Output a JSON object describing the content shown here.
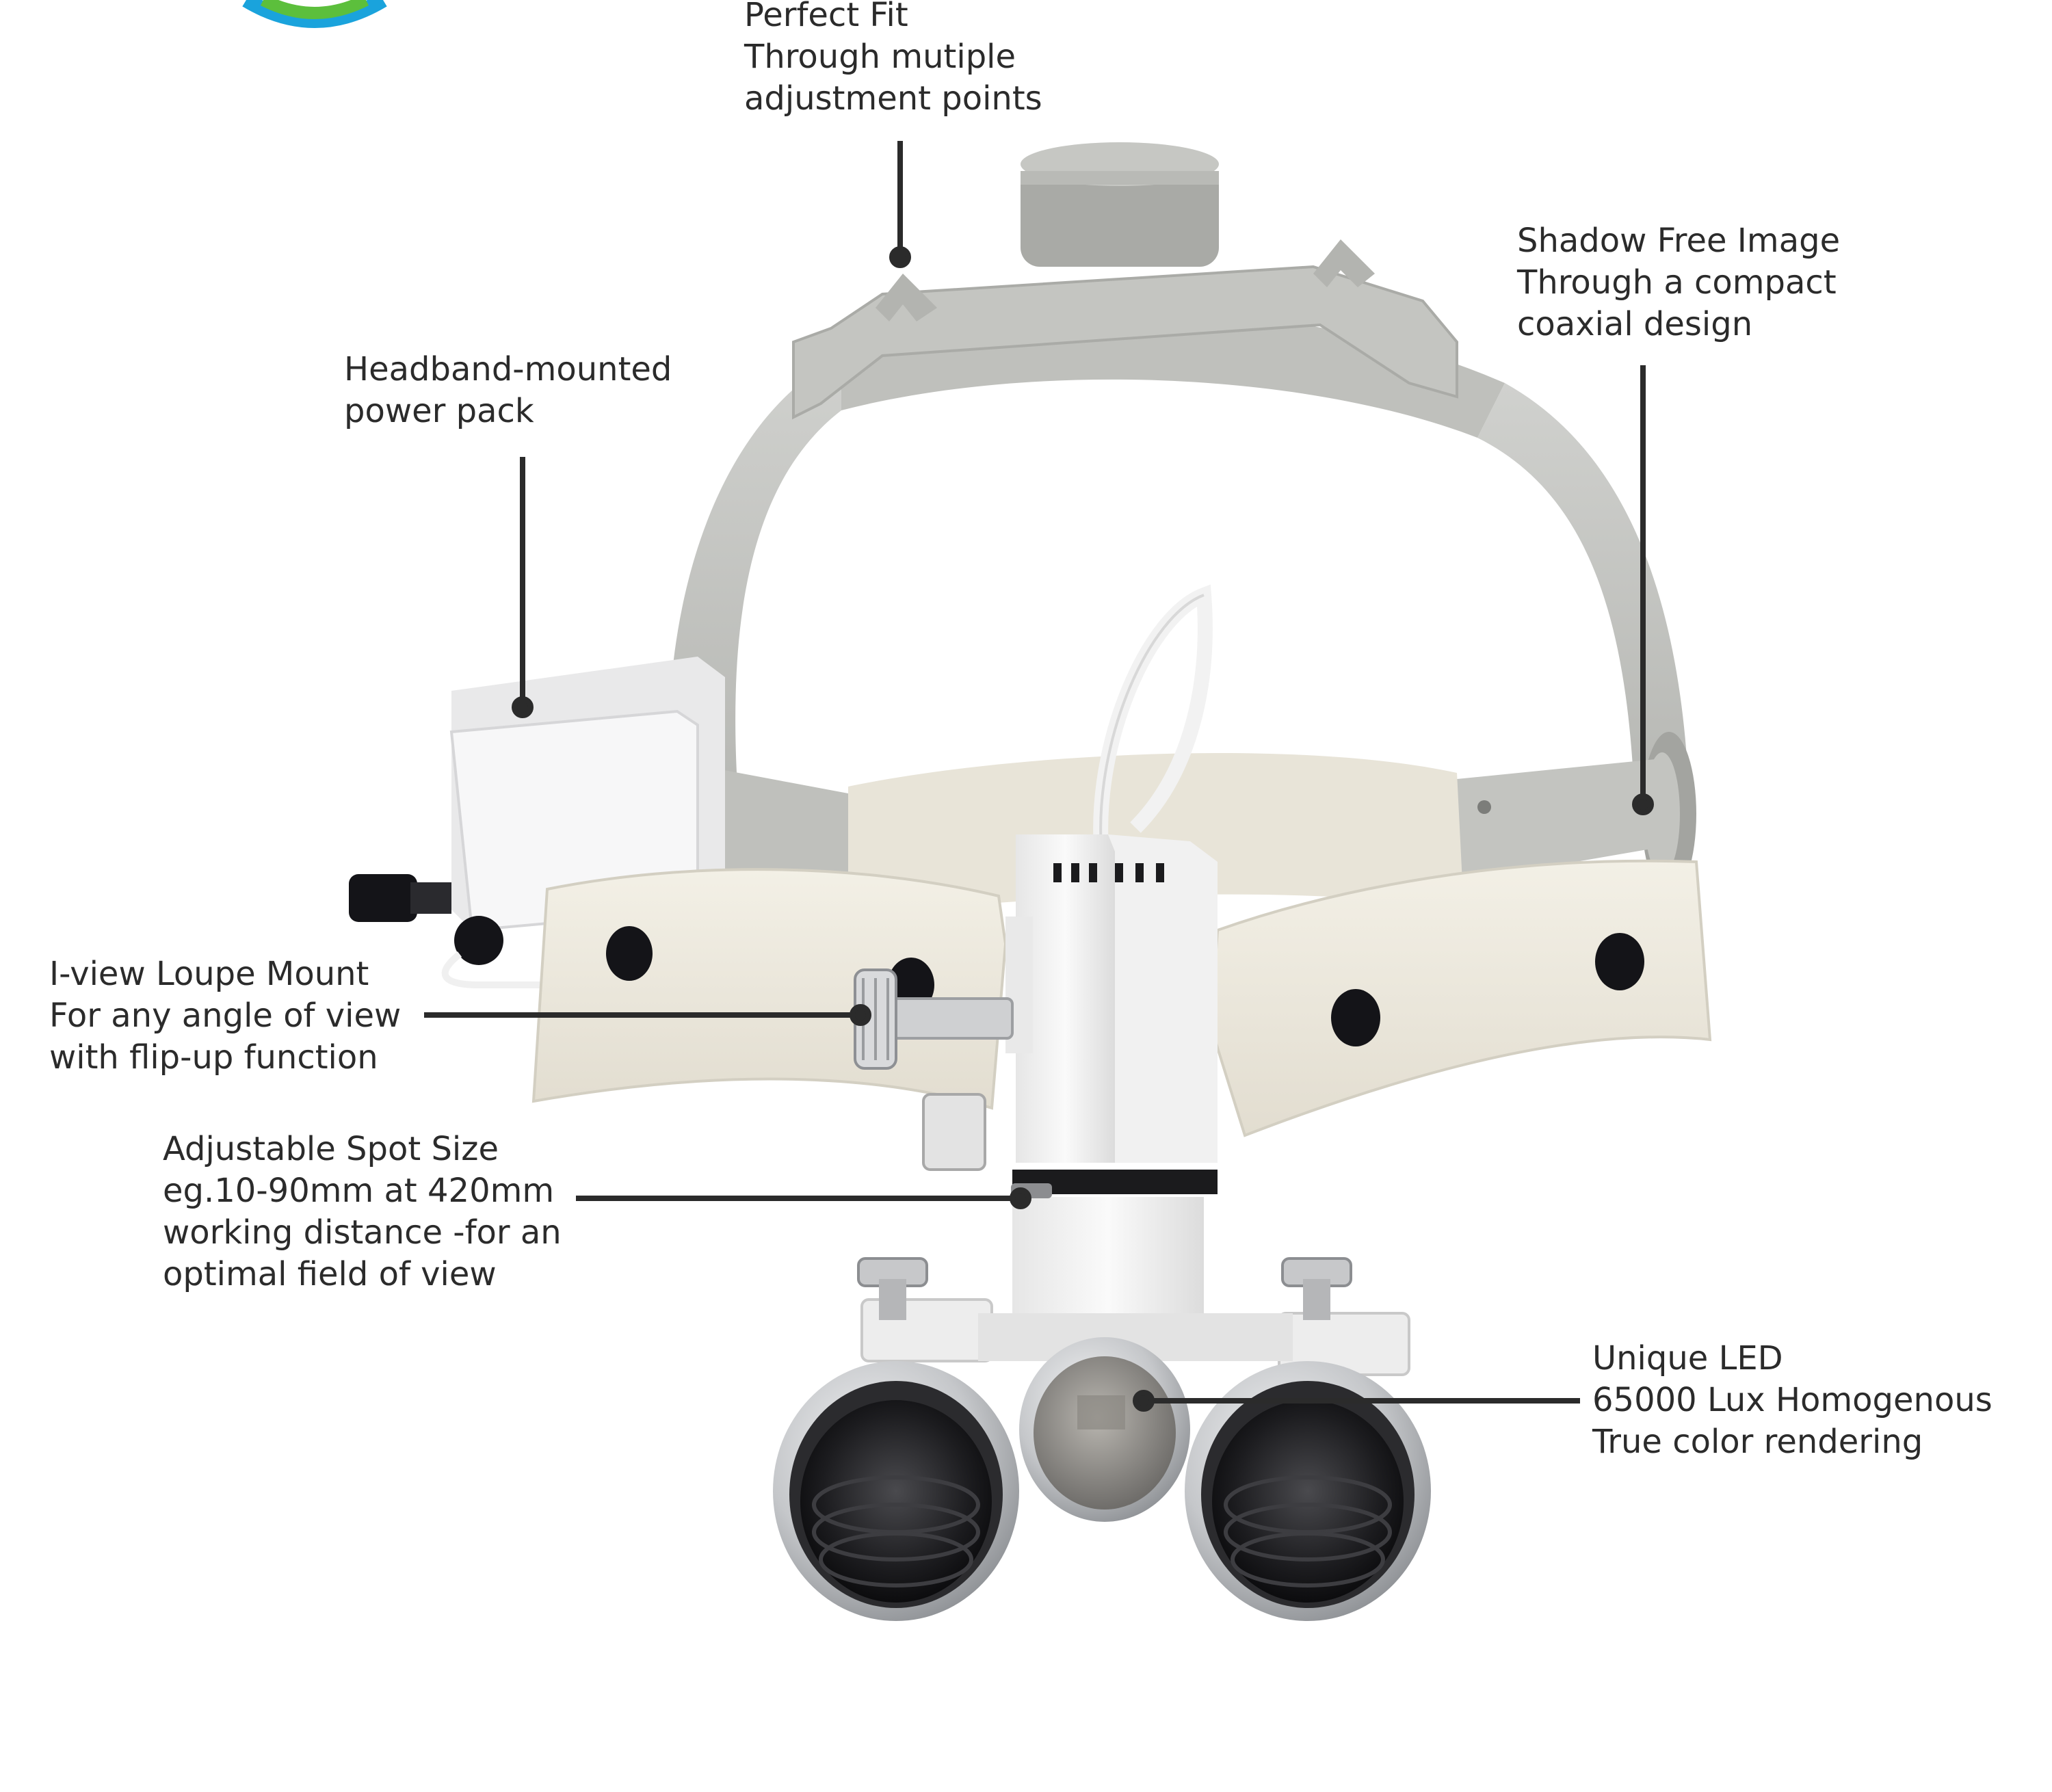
{
  "image": {
    "subject": "headband-mounted-led-headlight-with-binocular-loupes",
    "background_color": "#ffffff",
    "colors": {
      "headband_gray": "#c8c9c6",
      "headband_shadow": "#a9aaa6",
      "leather_pad": "#ece8dc",
      "housing_white": "#f4f4f4",
      "rivet_black": "#141418",
      "lens_silver": "#c9cbcd",
      "lens_dark": "#1a1a1c",
      "leader_line": "#2b2b2b",
      "logo_blue": "#1aa3dc",
      "logo_green": "#5cbf3c"
    }
  },
  "callouts": {
    "perfect_fit": {
      "title": "Perfect Fit",
      "lines": [
        "Through mutiple",
        "adjustment points"
      ]
    },
    "shadow_free": {
      "title": "Shadow Free Image",
      "lines": [
        "Through a compact",
        "coaxial design"
      ]
    },
    "power_pack": {
      "title": "Headband-mounted",
      "lines": [
        "power pack"
      ]
    },
    "loupe_mount": {
      "title": "I-view Loupe Mount",
      "lines": [
        "For any angle of view",
        "with flip-up function"
      ]
    },
    "spot_size": {
      "title": "Adjustable Spot Size",
      "lines": [
        "eg.10-90mm at 420mm",
        "working distance -for an",
        "optimal field of view"
      ]
    },
    "unique_led": {
      "title": "Unique LED",
      "lines": [
        "65000 Lux Homogenous",
        "True color rendering"
      ]
    }
  }
}
